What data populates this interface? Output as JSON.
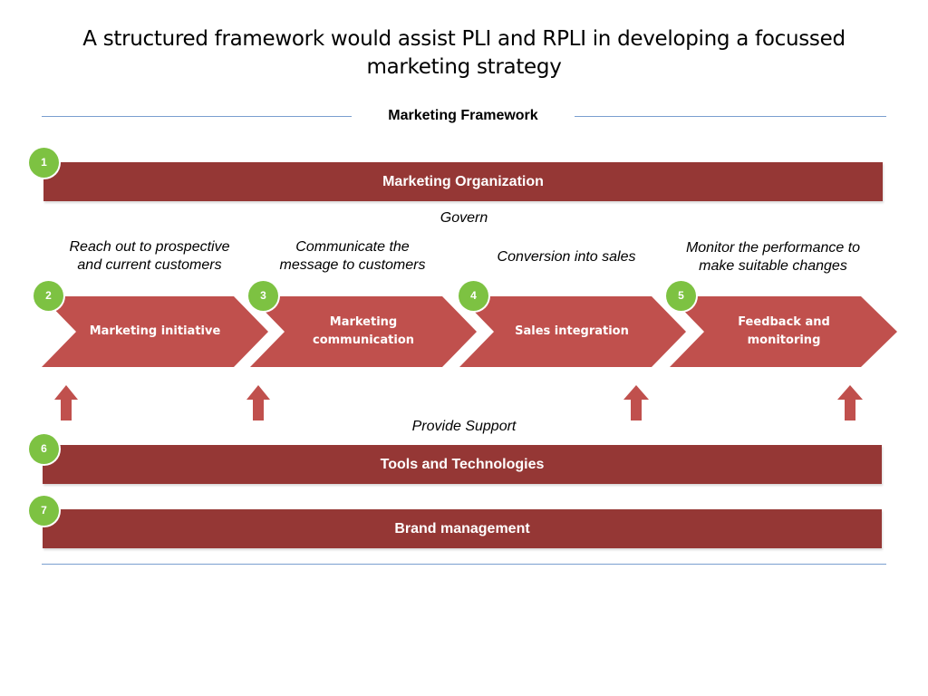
{
  "title": "A structured framework would assist PLI and RPLI in developing a focussed marketing strategy",
  "framework_label": "Marketing Framework",
  "top_bar": {
    "number": "1",
    "label": "Marketing Organization"
  },
  "govern_label": "Govern",
  "stages": [
    {
      "number": "2",
      "label": "Marketing initiative",
      "caption": "Reach out to prospective and current customers"
    },
    {
      "number": "3",
      "label": "Marketing communication",
      "caption": "Communicate the message to customers"
    },
    {
      "number": "4",
      "label": "Sales integration",
      "caption": "Conversion into sales"
    },
    {
      "number": "5",
      "label": "Feedback and monitoring",
      "caption": "Monitor the performance to make suitable changes"
    }
  ],
  "support_label": "Provide Support",
  "bottom_bars": [
    {
      "number": "6",
      "label": "Tools and Technologies"
    },
    {
      "number": "7",
      "label": "Brand management"
    }
  ],
  "colors": {
    "dark_red": "#953735",
    "chevron_red": "#c0504d",
    "badge_green": "#7dc242",
    "rule_blue": "#7a9fcf"
  }
}
